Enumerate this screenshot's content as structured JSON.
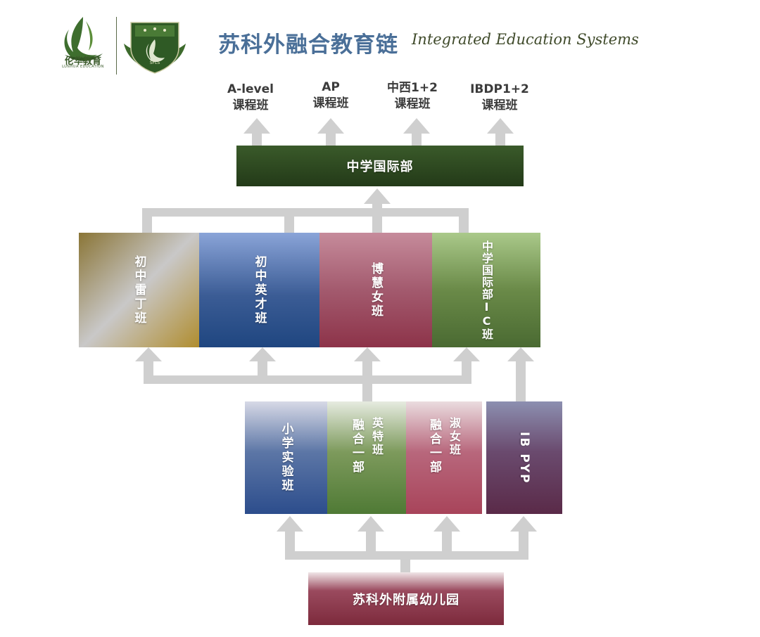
{
  "header": {
    "logo_lunhua_text": "伦华教育",
    "logo_lunhua_sub": "LUNHUA EDUCATION",
    "logo_school_text": "SFLS",
    "title_cn": "苏科外融合教育链",
    "title_en": "Integrated Education Systems"
  },
  "tracks": [
    {
      "line1": "A-level",
      "line2": "课程班"
    },
    {
      "line1": "AP",
      "line2": "课程班"
    },
    {
      "line1": "中西1+2",
      "line2": "课程班"
    },
    {
      "line1": "IBDP1+2",
      "line2": "课程班"
    }
  ],
  "international": {
    "label": "中学国际部"
  },
  "middle": [
    {
      "label": "初中雷丁班"
    },
    {
      "label": "初中英才班"
    },
    {
      "label": "博慧女班"
    },
    {
      "label": "中学国际部IC班"
    }
  ],
  "primary": {
    "experimental": "小学实验班",
    "fusion_a_main": "融合一部",
    "fusion_a_sub": "英特班",
    "fusion_b_main": "融合一部",
    "fusion_b_sub": "淑女班",
    "ibpyp": "IB PYP"
  },
  "kindergarten": {
    "label": "苏科外附属幼儿园"
  },
  "colors": {
    "connector": "#cfcfcf",
    "dark_green": "#2f4a22",
    "blue": "#2c5592",
    "rose": "#a8445a",
    "olive": "#4f7a35",
    "plum": "#5a2a48",
    "maroon": "#7d2a3c"
  }
}
